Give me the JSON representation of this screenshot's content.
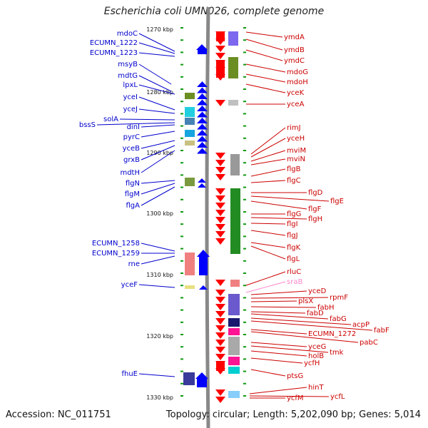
{
  "title": "Escherichia coli UMN026, complete genome",
  "footer": {
    "accession": "Accession: NC_011751",
    "summary": "Topology: circular; Length: 5,202,090 bp; Genes: 5,014"
  },
  "colors": {
    "left_label": "#0000cc",
    "right_label": "#cc0000",
    "srab_label": "#ff88cc",
    "backbone": "#888888"
  },
  "coordinate_labels": [
    "1270 kbp",
    "1280 kbp",
    "1290 kbp",
    "1300 kbp",
    "1310 kbp",
    "1320 kbp",
    "1330 kbp"
  ],
  "left_genes": [
    "mdoC",
    "ECUMN_1222",
    "ECUMN_1223",
    "msyB",
    "mdtG",
    "lpxL",
    "yceI",
    "yceJ",
    "solA",
    "bssS",
    "dinI",
    "pyrC",
    "yceB",
    "grxB",
    "mdtH",
    "flgN",
    "flgM",
    "flgA",
    "ECUMN_1258",
    "ECUMN_1259",
    "rne",
    "yceF",
    "fhuE"
  ],
  "right_genes": [
    "ymdA",
    "ymdB",
    "ymdC",
    "mdoG",
    "mdoH",
    "yceK",
    "yceA",
    "rimJ",
    "yceH",
    "mviM",
    "mviN",
    "flgB",
    "flgC",
    "flgD",
    "flgE",
    "flgF",
    "flgG",
    "flgH",
    "flgI",
    "flgJ",
    "flgK",
    "flgL",
    "rluC",
    "sraB",
    "yceD",
    "rpmF",
    "plsX",
    "fabH",
    "fabD",
    "fabG",
    "acpP",
    "fabF",
    "ECUMN_1272",
    "pabC",
    "yceG",
    "tmk",
    "holB",
    "ycfH",
    "ptsG",
    "hinT",
    "ycfL",
    "ycfM"
  ]
}
